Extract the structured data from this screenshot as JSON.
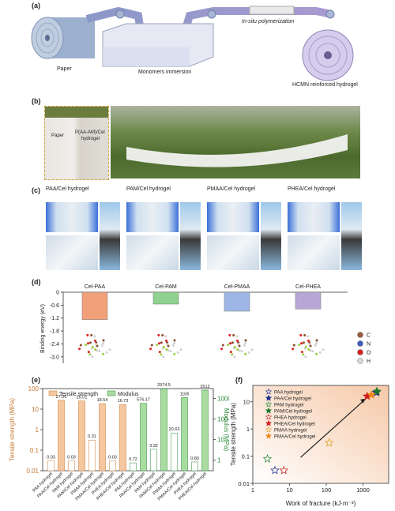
{
  "panel_a": {
    "label": "(a)",
    "paper": "Paper",
    "monomers": "Monomers immersion",
    "polymerization": "In-situ polymerization",
    "product": "HCMN reinforced hydrogel"
  },
  "panel_b": {
    "label": "(b)",
    "paper": "Paper",
    "hydrogel_line1": "P(AA-AM)/Cel",
    "hydrogel_line2": "hydrogel"
  },
  "panel_c": {
    "label": "(c)",
    "titles": [
      "PAA/Cel hydrogel",
      "PAM/Cel hydrogel",
      "PMAA/Cel hydrogel",
      "PHEA/Cel hydrogel"
    ]
  },
  "panel_d": {
    "label": "(d)",
    "ylabel": "Binding energy (eV)",
    "ticks": [
      "0",
      "-0.6",
      "-1.2",
      "-1.8",
      "-2.4",
      "-3.0"
    ],
    "legend": [
      "C",
      "N",
      "O",
      "H"
    ],
    "colors": [
      "#f2a07a",
      "#8fd18f",
      "#9db6e6",
      "#b8a6d6"
    ],
    "chart_data": {
      "type": "bar",
      "categories": [
        "Cel-PAA",
        "Cel-PAM",
        "Cel-PMAA",
        "Cel-PHEA"
      ],
      "values": [
        -1.27,
        -0.55,
        -0.88,
        -0.78
      ],
      "ylabel": "Binding energy (eV)",
      "ylim": [
        -3.3,
        0
      ]
    }
  },
  "panel_e": {
    "label": "(e)",
    "legend_tensile": "Tensile strength",
    "legend_modulus": "Modulus",
    "ylabel_left": "Tensile strength (MPa)",
    "ylabel_right": "Modulus (MPa)",
    "left_ticks": [
      "0.01",
      "0.1",
      "1",
      "10",
      "100"
    ],
    "right_ticks": [
      "1",
      "10",
      "100",
      "1000"
    ],
    "tensile_color": "#f5c7a0",
    "modulus_color": "#a8dca0",
    "chart_data": {
      "type": "bar",
      "categories": [
        "PAA hydrogel",
        "PAA/Cel hydrogel",
        "PAM hydrogel",
        "PAM/Cel hydrogel",
        "PMAA hydrogel",
        "PMAA/Cel hydrogel",
        "PHEA hydrogel",
        "PHEA/Cel hydrogel"
      ],
      "series": [
        {
          "name": "Tensile strength",
          "values": [
            0.03,
            27.06,
            0.03,
            25.01,
            0.31,
            18.54,
            0.03,
            16.73
          ],
          "labels": [
            "0.03",
            "27.06",
            "0.03",
            "25.01",
            "0.31",
            "18.54",
            "0.03",
            "16.73"
          ]
        },
        {
          "name": "Modulus",
          "values": [
            0.72,
            576.17,
            3.32,
            2974.5,
            20.63,
            1106,
            0.8,
            2512
          ],
          "labels": [
            "0.72",
            "576.17",
            "3.32",
            "2974.5",
            "20.63",
            "1106",
            "0.80",
            "2512"
          ]
        }
      ],
      "ylim_left": [
        0.01,
        100
      ],
      "ylim_right": [
        0.3,
        3000
      ]
    }
  },
  "panel_f": {
    "label": "(f)",
    "xlabel": "Work of fracture (kJ·m⁻³)",
    "ylabel": "Tensile strength (MPa)",
    "x_ticks": [
      "1",
      "10",
      "100",
      "1000"
    ],
    "y_ticks": [
      "0.01",
      "0.1",
      "1",
      "10"
    ],
    "chart_data": {
      "type": "scatter",
      "xlabel": "Work of fracture (kJ·m⁻³)",
      "ylabel": "Tensile strength (MPa)",
      "xlim": [
        1,
        5000
      ],
      "ylim": [
        0.01,
        40
      ],
      "points": [
        {
          "name": "PAA hydrogel",
          "x": 4,
          "y": 0.03,
          "color": "#2b3a9a",
          "filled": false
        },
        {
          "name": "PAA/Cel hydrogel",
          "x": 2300,
          "y": 22,
          "color": "#1c2a8a",
          "filled": true
        },
        {
          "name": "PAM hydrogel",
          "x": 2.5,
          "y": 0.08,
          "color": "#2e8b3a",
          "filled": false
        },
        {
          "name": "PAM/Cel hydrogel",
          "x": 2400,
          "y": 24,
          "color": "#1f7a2a",
          "filled": true
        },
        {
          "name": "PHEA hydrogel",
          "x": 7,
          "y": 0.03,
          "color": "#c03030",
          "filled": false
        },
        {
          "name": "PHEA/Cel hydrogel",
          "x": 1300,
          "y": 16,
          "color": "#d02020",
          "filled": true
        },
        {
          "name": "PMAA hydrogel",
          "x": 120,
          "y": 0.31,
          "color": "#e0a030",
          "filled": false
        },
        {
          "name": "PMAA/Cel hydrogel",
          "x": 1700,
          "y": 18,
          "color": "#f08a20",
          "filled": true
        }
      ]
    }
  }
}
